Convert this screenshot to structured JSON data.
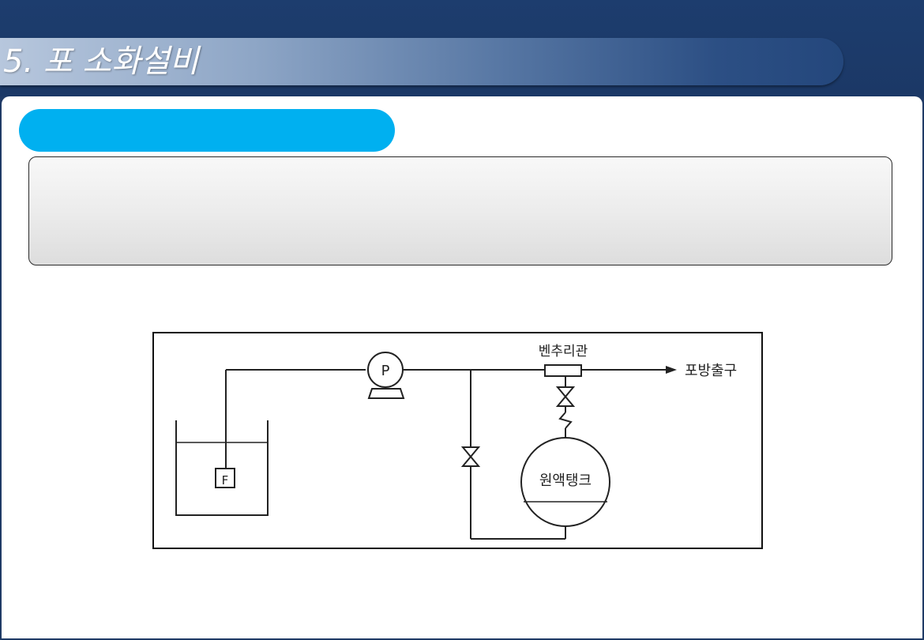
{
  "slide": {
    "title": "5. 포 소화설비"
  },
  "diagram": {
    "labels": {
      "venturi": "벤추리관",
      "outlet": "포방출구",
      "pump": "P",
      "foot_valve": "F",
      "tank": "원액탱크"
    }
  }
}
